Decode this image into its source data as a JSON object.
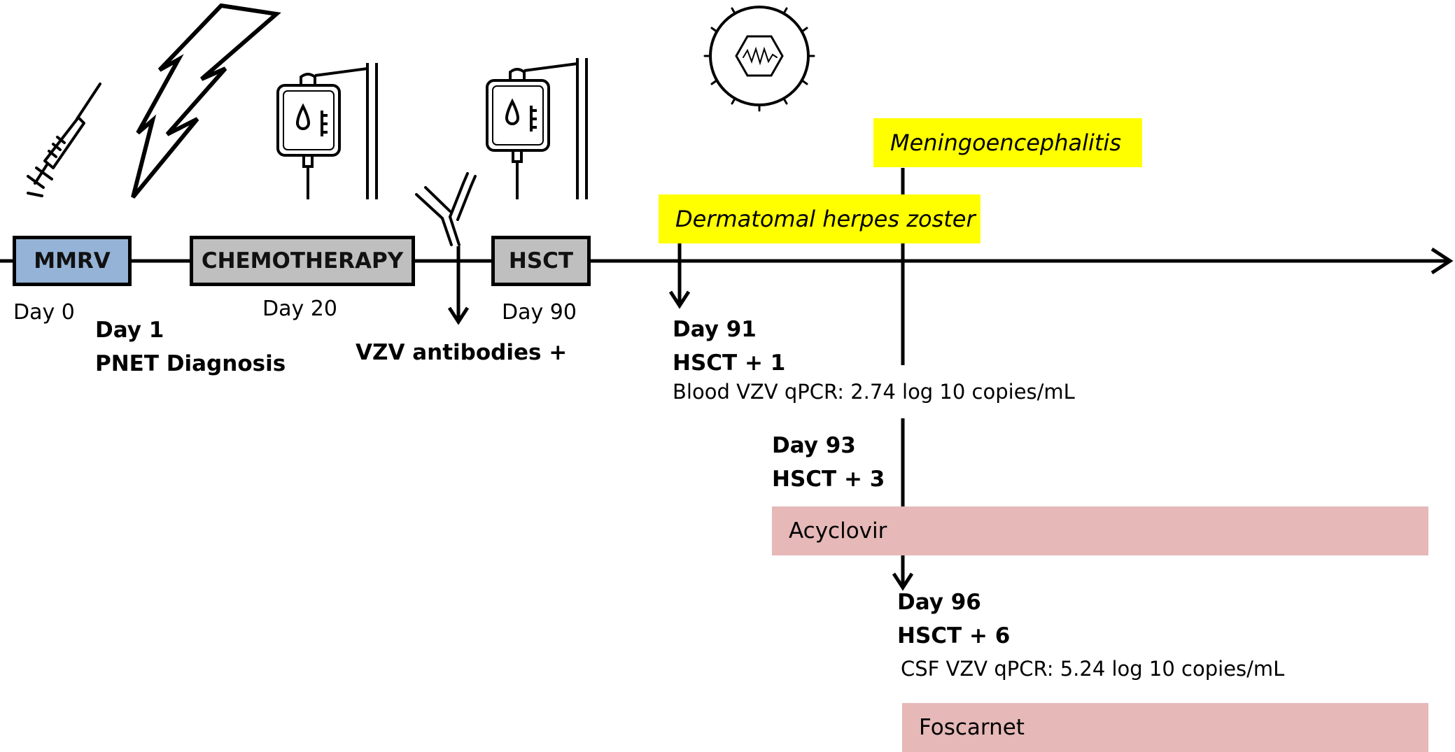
{
  "boxes": {
    "mmrv": "MMRV",
    "chemo": "CHEMOTHERAPY",
    "hsct": "HSCT",
    "colors": {
      "mmrv": "#95b3d7",
      "chemo": "#bfbfbf",
      "hsct": "#bfbfbf"
    }
  },
  "labels": {
    "day0": "Day 0",
    "day1": "Day 1",
    "pnet": "PNET Diagnosis",
    "day20": "Day 20",
    "vzv_antibodies": "VZV antibodies +",
    "day90": "Day 90",
    "day91": "Day 91",
    "hsct_plus_1": "HSCT + 1",
    "blood_qpcr": "Blood VZV qPCR: 2.74 log 10 copies/mL",
    "day93": "Day 93",
    "hsct_plus_3": "HSCT + 3",
    "day96": "Day 96",
    "hsct_plus_6": "HSCT + 6",
    "csf_qpcr": "CSF VZV qPCR: 5.24 log 10 copies/mL"
  },
  "events": {
    "zoster": "Dermatomal herpes zoster",
    "meningo": "Meningoencephalitis",
    "highlight_color": "#ffff00"
  },
  "treatments": {
    "acyclovir": "Acyclovir",
    "foscarnet": "Foscarnet",
    "bar_color": "#e6b8b8"
  },
  "icons": [
    "syringe-icon",
    "lightning-icon",
    "iv-bag-icon",
    "antibody-icon",
    "virus-icon"
  ]
}
